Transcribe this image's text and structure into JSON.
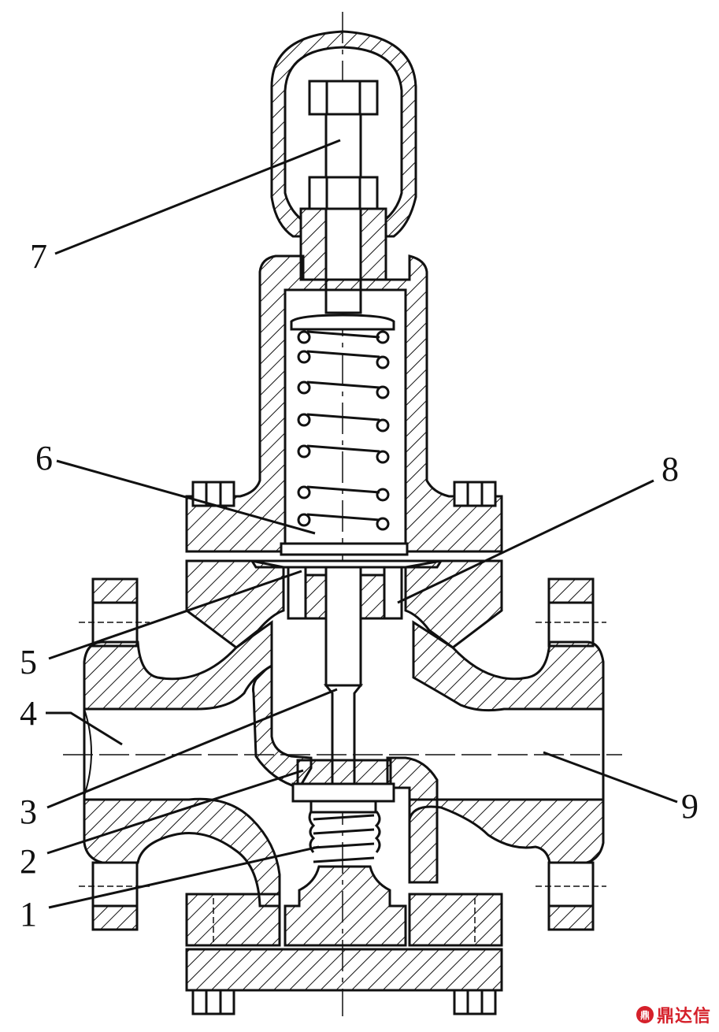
{
  "labels": {
    "l1": "1",
    "l2": "2",
    "l3": "3",
    "l4": "4",
    "l5": "5",
    "l6": "6",
    "l7": "7",
    "l8": "8",
    "l9": "9"
  },
  "watermark": {
    "text": "鼎达信",
    "icon": "logo-icon"
  },
  "colors": {
    "stroke": "#111111",
    "background": "#ffffff",
    "watermark": "#d5202a"
  }
}
